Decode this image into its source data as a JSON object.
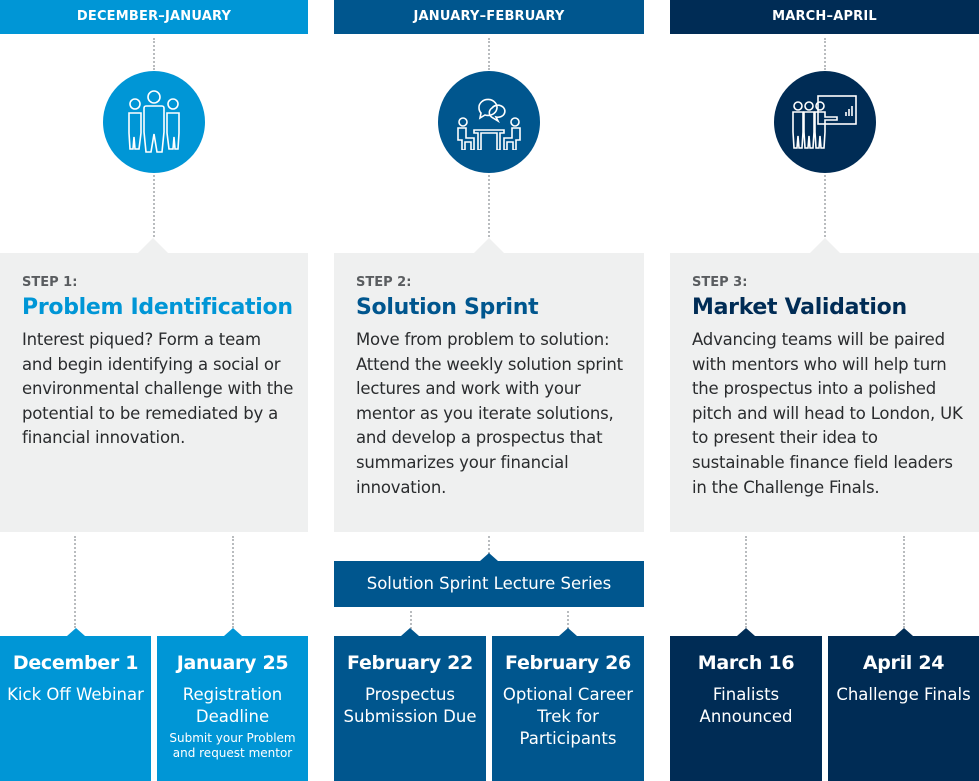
{
  "colors": {
    "phase1": "#0096d6",
    "phase2": "#00568e",
    "phase3": "#002c55",
    "card_bg": "#eff0f0"
  },
  "phases": [
    {
      "period": "DECEMBER–JANUARY",
      "icon": "team-icon",
      "step_label": "STEP 1:",
      "title": "Problem Identification",
      "description": "Interest piqued? Form a team and begin identifying a social or environmental challenge with the potential to be remediated by a financial innovation.",
      "events": [
        {
          "date": "December 1",
          "label": "Kick Off Webinar",
          "sub": ""
        },
        {
          "date": "January 25",
          "label": "Registration Deadline",
          "sub": "Submit your Problem and request mentor"
        }
      ]
    },
    {
      "period": "JANUARY–FEBRUARY",
      "icon": "meeting-icon",
      "step_label": "STEP 2:",
      "title": "Solution Sprint",
      "description": "Move from problem to solution: Attend the weekly solution sprint lectures and work with your mentor as you iterate solutions, and develop a prospectus that summarizes your financial innovation.",
      "series_label": "Solution Sprint Lecture Series",
      "events": [
        {
          "date": "February 22",
          "label": "Prospectus Submission Due",
          "sub": ""
        },
        {
          "date": "February 26",
          "label": "Optional Career Trek for Participants",
          "sub": ""
        }
      ]
    },
    {
      "period": "MARCH–APRIL",
      "icon": "presentation-icon",
      "step_label": "STEP 3:",
      "title": "Market Validation",
      "description": "Advancing teams will be paired with mentors who will help turn the prospectus into a polished pitch and will head to London, UK to present their idea to sustainable finance field leaders in the Challenge Finals.",
      "events": [
        {
          "date": "March 16",
          "label": "Finalists Announced",
          "sub": ""
        },
        {
          "date": "April 24",
          "label": "Challenge Finals",
          "sub": ""
        }
      ]
    }
  ]
}
